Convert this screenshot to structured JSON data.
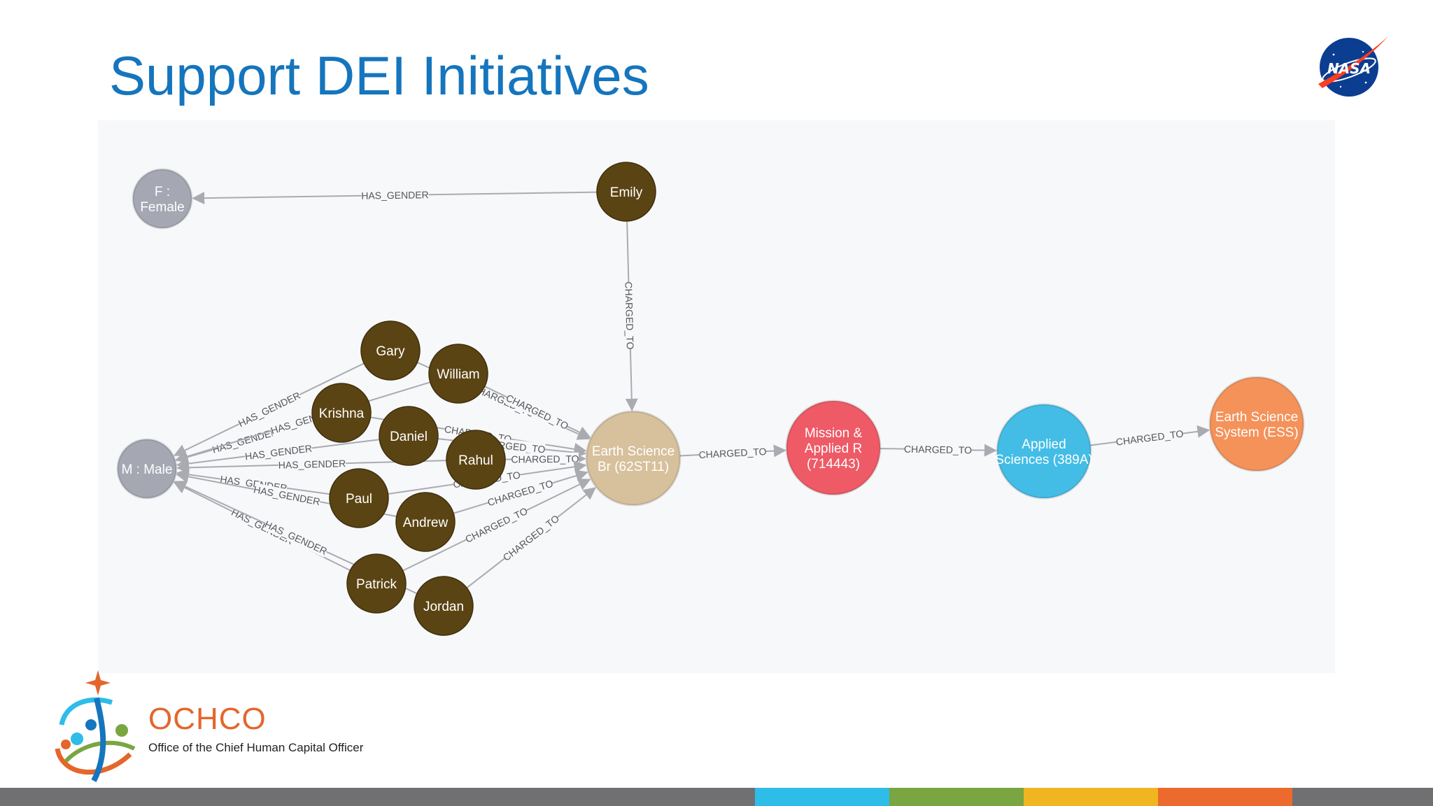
{
  "slide": {
    "title": "Support DEI Initiatives"
  },
  "nasa_logo": {
    "text": "NASA",
    "icon": "nasa-meatball-logo",
    "colors": {
      "blue": "#0b3d91",
      "red": "#fc3d21",
      "white": "#ffffff"
    }
  },
  "graph": {
    "colors": {
      "gender": "#a5a8b3",
      "person": "#5b4413",
      "earth_science_branch": "#d7c09c",
      "mission_applied": "#ee5a66",
      "applied_sciences": "#43bde6",
      "earth_science_system": "#f4925a",
      "edge": "#a9abb1"
    },
    "nodes": [
      {
        "id": "female",
        "lines": [
          "F :",
          "Female"
        ],
        "kind": "gender"
      },
      {
        "id": "male",
        "lines": [
          "M : Male"
        ],
        "kind": "gender"
      },
      {
        "id": "emily",
        "lines": [
          "Emily"
        ],
        "kind": "person"
      },
      {
        "id": "gary",
        "lines": [
          "Gary"
        ],
        "kind": "person"
      },
      {
        "id": "william",
        "lines": [
          "William"
        ],
        "kind": "person"
      },
      {
        "id": "krishna",
        "lines": [
          "Krishna"
        ],
        "kind": "person"
      },
      {
        "id": "daniel",
        "lines": [
          "Daniel"
        ],
        "kind": "person"
      },
      {
        "id": "rahul",
        "lines": [
          "Rahul"
        ],
        "kind": "person"
      },
      {
        "id": "paul",
        "lines": [
          "Paul"
        ],
        "kind": "person"
      },
      {
        "id": "andrew",
        "lines": [
          "Andrew"
        ],
        "kind": "person"
      },
      {
        "id": "patrick",
        "lines": [
          "Patrick"
        ],
        "kind": "person"
      },
      {
        "id": "jordan",
        "lines": [
          "Jordan"
        ],
        "kind": "person"
      },
      {
        "id": "esb",
        "lines": [
          "Earth Science",
          "Br (62ST11)"
        ],
        "kind": "earth_science_branch"
      },
      {
        "id": "mission",
        "lines": [
          "Mission &",
          "Applied R",
          "(714443)"
        ],
        "kind": "mission_applied"
      },
      {
        "id": "applied",
        "lines": [
          "Applied",
          "Sciences (389A)"
        ],
        "kind": "applied_sciences"
      },
      {
        "id": "ess",
        "lines": [
          "Earth Science",
          "System (ESS)"
        ],
        "kind": "earth_science_system"
      }
    ],
    "edges": [
      {
        "from": "emily",
        "to": "female",
        "label": "HAS_GENDER"
      },
      {
        "from": "emily",
        "to": "esb",
        "label": "CHARGED_TO"
      },
      {
        "from": "gary",
        "to": "male",
        "label": "HAS_GENDER"
      },
      {
        "from": "krishna",
        "to": "male",
        "label": "HAS_GENDER"
      },
      {
        "from": "william",
        "to": "male",
        "label": "HAS_GENDER"
      },
      {
        "from": "daniel",
        "to": "male",
        "label": "HAS_GENDER"
      },
      {
        "from": "rahul",
        "to": "male",
        "label": "HAS_GENDER"
      },
      {
        "from": "paul",
        "to": "male",
        "label": "HAS_GENDER"
      },
      {
        "from": "andrew",
        "to": "male",
        "label": "HAS_GENDER"
      },
      {
        "from": "patrick",
        "to": "male",
        "label": "HAS_GENDER"
      },
      {
        "from": "jordan",
        "to": "male",
        "label": "HAS_GENDER"
      },
      {
        "from": "gary",
        "to": "esb",
        "label": "CHARGED_TO"
      },
      {
        "from": "william",
        "to": "esb",
        "label": "CHARGED_TO"
      },
      {
        "from": "krishna",
        "to": "esb",
        "label": "CHARGED_TO"
      },
      {
        "from": "daniel",
        "to": "esb",
        "label": "CHARGED_TO"
      },
      {
        "from": "rahul",
        "to": "esb",
        "label": "CHARGED_TO"
      },
      {
        "from": "paul",
        "to": "esb",
        "label": "CHARGED_TO"
      },
      {
        "from": "andrew",
        "to": "esb",
        "label": "CHARGED_TO"
      },
      {
        "from": "patrick",
        "to": "esb",
        "label": "CHARGED_TO"
      },
      {
        "from": "jordan",
        "to": "esb",
        "label": "CHARGED_TO"
      },
      {
        "from": "esb",
        "to": "mission",
        "label": "CHARGED_TO"
      },
      {
        "from": "mission",
        "to": "applied",
        "label": "CHARGED_TO"
      },
      {
        "from": "applied",
        "to": "ess",
        "label": "CHARGED_TO"
      }
    ]
  },
  "ochco": {
    "name": "OCHCO",
    "full_name": "Office of the Chief Human Capital Officer",
    "icon": "ochco-people-emblem",
    "color": "#e4662c"
  },
  "footer": {
    "colors": [
      "#707073",
      "#707073",
      "#2dbde8",
      "#79a640",
      "#efb621",
      "#ec6a2d",
      "#707073"
    ]
  }
}
